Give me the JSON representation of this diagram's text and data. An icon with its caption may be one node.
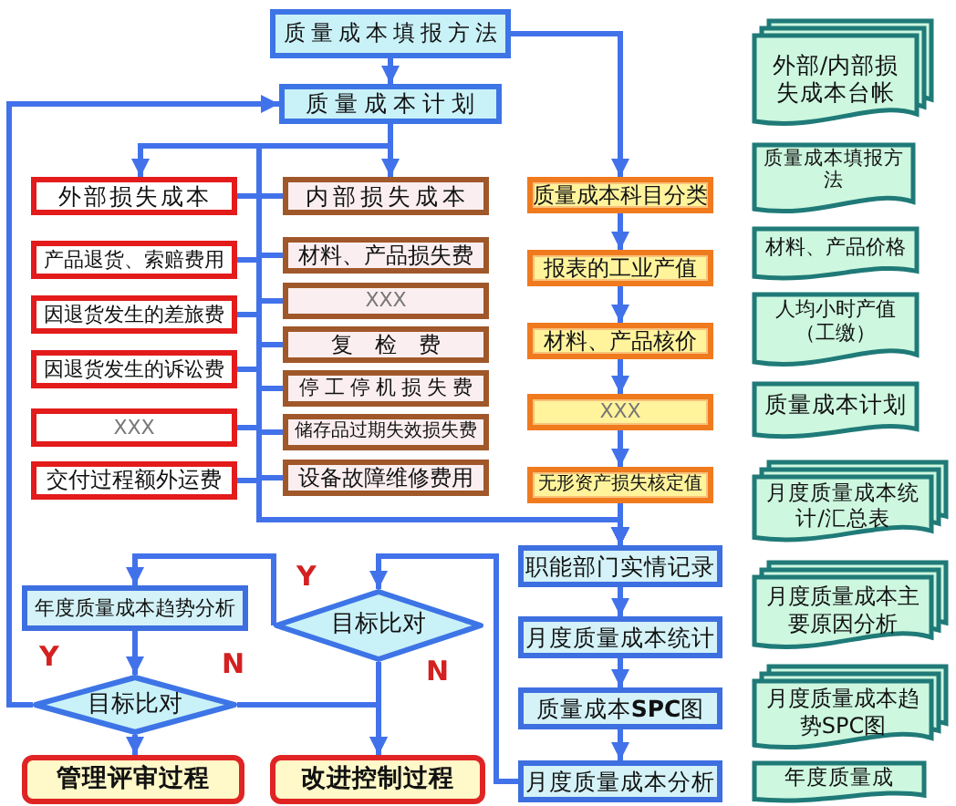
{
  "diagram": {
    "nodes": [
      {
        "text": [
          "质量成本填报方法"
        ]
      },
      {
        "text": [
          "质量成本计划"
        ]
      },
      {
        "text": [
          "外部损失成本"
        ]
      },
      {
        "text": [
          "产品退货、索赔费用"
        ]
      },
      {
        "text": [
          "因退货发生的差旅费"
        ]
      },
      {
        "text": [
          "因退货发生的诉讼费"
        ]
      },
      {
        "text": [
          "XXX"
        ]
      },
      {
        "text": [
          "交付过程额外运费"
        ]
      },
      {
        "text": [
          "内部损失成本"
        ]
      },
      {
        "text": [
          "材料、产品损失费"
        ]
      },
      {
        "text": [
          "XXX"
        ]
      },
      {
        "text": [
          "复检费"
        ]
      },
      {
        "text": [
          "停工停机损失费"
        ]
      },
      {
        "text": [
          "储存品过期失效损失费"
        ]
      },
      {
        "text": [
          "设备故障维修费用"
        ]
      },
      {
        "text": [
          "质量成本科目分类"
        ]
      },
      {
        "text": [
          "报表的工业产值"
        ]
      },
      {
        "text": [
          "材料、产品核价"
        ]
      },
      {
        "text": [
          "XXX"
        ]
      },
      {
        "text": [
          "无形资产损失核定值"
        ]
      },
      {
        "text": [
          "职能部门实情记录"
        ]
      },
      {
        "text": [
          "月度质量成本统计"
        ]
      },
      {
        "text": [
          "质量成本**SPC**图"
        ]
      },
      {
        "text": [
          "月度质量成本分析"
        ]
      },
      {
        "text": [
          "年度质量成本趋势分析"
        ]
      },
      {
        "text": [
          "目标比对"
        ]
      },
      {
        "text": [
          "目标比对"
        ]
      },
      {
        "text": [
          "管理评审过程"
        ]
      },
      {
        "text": [
          "改进控制过程"
        ]
      },
      {
        "text": [
          "外部/内部损失成本台帐"
        ]
      },
      {
        "text": [
          "质量成本填报方法"
        ]
      },
      {
        "text": [
          "材料、产品价格"
        ]
      },
      {
        "text": [
          "人均小时产值（工缴）"
        ]
      },
      {
        "text": [
          "质量成本计划"
        ]
      },
      {
        "text": [
          "月度质量成本统计/汇总表"
        ]
      },
      {
        "text": [
          "月度质量成本主要原因分析"
        ]
      },
      {
        "text": [
          "月度质量成本趋势SPC图"
        ]
      },
      {
        "text": [
          "年度质量成"
        ]
      }
    ],
    "edges": [
      {
        "from": 0,
        "to": 1,
        "arrow": "to"
      },
      {
        "from": 0,
        "to": 15,
        "arrow": "to"
      },
      {
        "from": 1,
        "to": 2,
        "arrow": "to"
      },
      {
        "from": 1,
        "to": 8,
        "arrow": "to"
      },
      {
        "from": 1,
        "to": 20,
        "arrow": "to"
      },
      {
        "from": 2,
        "to": 20,
        "arrow": "to"
      },
      {
        "from": 3,
        "to": 20,
        "arrow": "to"
      },
      {
        "from": 4,
        "to": 20,
        "arrow": "to"
      },
      {
        "from": 5,
        "to": 20,
        "arrow": "to"
      },
      {
        "from": 6,
        "to": 20,
        "arrow": "to"
      },
      {
        "from": 7,
        "to": 20,
        "arrow": "to"
      },
      {
        "from": 8,
        "to": 20,
        "arrow": "to"
      },
      {
        "from": 9,
        "to": 20,
        "arrow": "to"
      },
      {
        "from": 10,
        "to": 20,
        "arrow": "to"
      },
      {
        "from": 11,
        "to": 20,
        "arrow": "to"
      },
      {
        "from": 12,
        "to": 20,
        "arrow": "to"
      },
      {
        "from": 13,
        "to": 20,
        "arrow": "to"
      },
      {
        "from": 14,
        "to": 20,
        "arrow": "to"
      },
      {
        "from": 15,
        "to": 16,
        "arrow": "to"
      },
      {
        "from": 16,
        "to": 17,
        "arrow": "to"
      },
      {
        "from": 17,
        "to": 18,
        "arrow": "to"
      },
      {
        "from": 18,
        "to": 19,
        "arrow": "to"
      },
      {
        "from": 19,
        "to": 20,
        "arrow": "to"
      },
      {
        "from": 20,
        "to": 21,
        "arrow": "to"
      },
      {
        "from": 21,
        "to": 22,
        "arrow": "to"
      },
      {
        "from": 22,
        "to": 23,
        "arrow": "to"
      },
      {
        "from": 23,
        "to": 25,
        "arrow": "to"
      },
      {
        "from": 25,
        "to": 24,
        "arrow": "to"
      },
      {
        "from": 25,
        "to": 28,
        "arrow": "to"
      },
      {
        "from": 24,
        "to": 26,
        "arrow": "to"
      },
      {
        "from": 26,
        "to": 27,
        "arrow": "to"
      },
      {
        "from": 26,
        "to": 28,
        "arrow": "to"
      },
      {
        "from": 26,
        "to": 1,
        "arrow": "to"
      }
    ],
    "labels": [
      "Y",
      "Y",
      "N",
      "N"
    ]
  }
}
